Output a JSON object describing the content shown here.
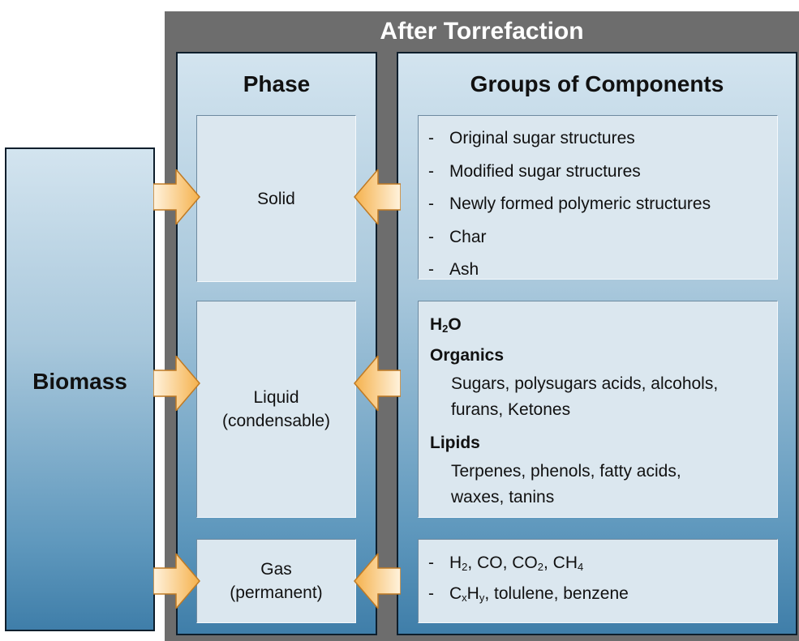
{
  "diagram": {
    "title": "After Torrefaction",
    "source": {
      "label": "Biomass"
    },
    "phase_column": {
      "heading": "Phase"
    },
    "groups_column": {
      "heading": "Groups of Components"
    },
    "phases": [
      {
        "line1": "Solid",
        "line2": ""
      },
      {
        "line1": "Liquid",
        "line2": "(condensable)"
      },
      {
        "line1": "Gas",
        "line2": "(permanent)"
      }
    ],
    "solid_components": {
      "bullet": "-",
      "items": [
        "Original sugar structures",
        "Modified sugar structures",
        "Newly formed polymeric structures",
        "Char",
        "Ash"
      ]
    },
    "liquid_components": {
      "water": {
        "H": "H",
        "sub2": "2",
        "O": "O"
      },
      "organics": {
        "label": "Organics",
        "line1": "Sugars, polysugars acids, alcohols,",
        "line2": "furans, Ketones"
      },
      "lipids": {
        "label": "Lipids",
        "line1": "Terpenes, phenols, fatty acids,",
        "line2": "waxes, tanins"
      }
    },
    "gas_components": {
      "bullet": "-",
      "line1": [
        {
          "text": "H",
          "sub": "2"
        },
        {
          "text": ", CO, CO",
          "sub": "2"
        },
        {
          "text": ", CH",
          "sub": "4"
        }
      ],
      "line2": [
        {
          "text": "C",
          "sub": "x"
        },
        {
          "text": "H",
          "sub": "y"
        },
        {
          "text": ", tolulene, benzene",
          "sub": ""
        }
      ]
    },
    "colors": {
      "frame": "#6d6d6d",
      "arrow_fill_light": "#fff3de",
      "arrow_fill_dark": "#f5b14c",
      "arrow_stroke": "#bf7a24"
    }
  }
}
